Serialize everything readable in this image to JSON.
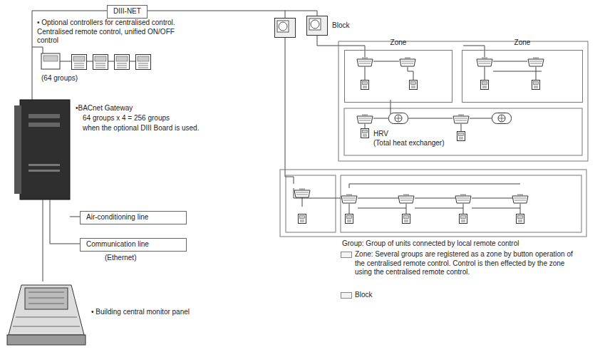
{
  "diagram": {
    "nodes": [
      {
        "text": [
          "DIII-NET"
        ]
      },
      {
        "text": [
          "Air-conditioning line"
        ]
      },
      {
        "text": [
          "Communication line",
          "(Ethernet)"
        ]
      },
      {
        "text": [
          "Zone"
        ]
      },
      {
        "text": [
          "Zone"
        ]
      }
    ],
    "labels": [
      "• Optional controllers for centralised control. Centralised remote control, unified ON/OFF control",
      "(64 groups)",
      "•BACnet Gateway",
      "64 groups x 4 = 256 groups",
      "when the optional DIII Board is used.",
      "• Building central monitor panel",
      "Block",
      "HRV",
      "(Total heat exchanger)",
      "Group: Group of units connected by local remote control"
    ],
    "legend": [
      {
        "text": "Zone: Several groups are registered as a zone by button operation of the centralised remote control. Control is then effected by the zone using the centralised remote control."
      },
      {
        "text": "Block"
      }
    ]
  }
}
